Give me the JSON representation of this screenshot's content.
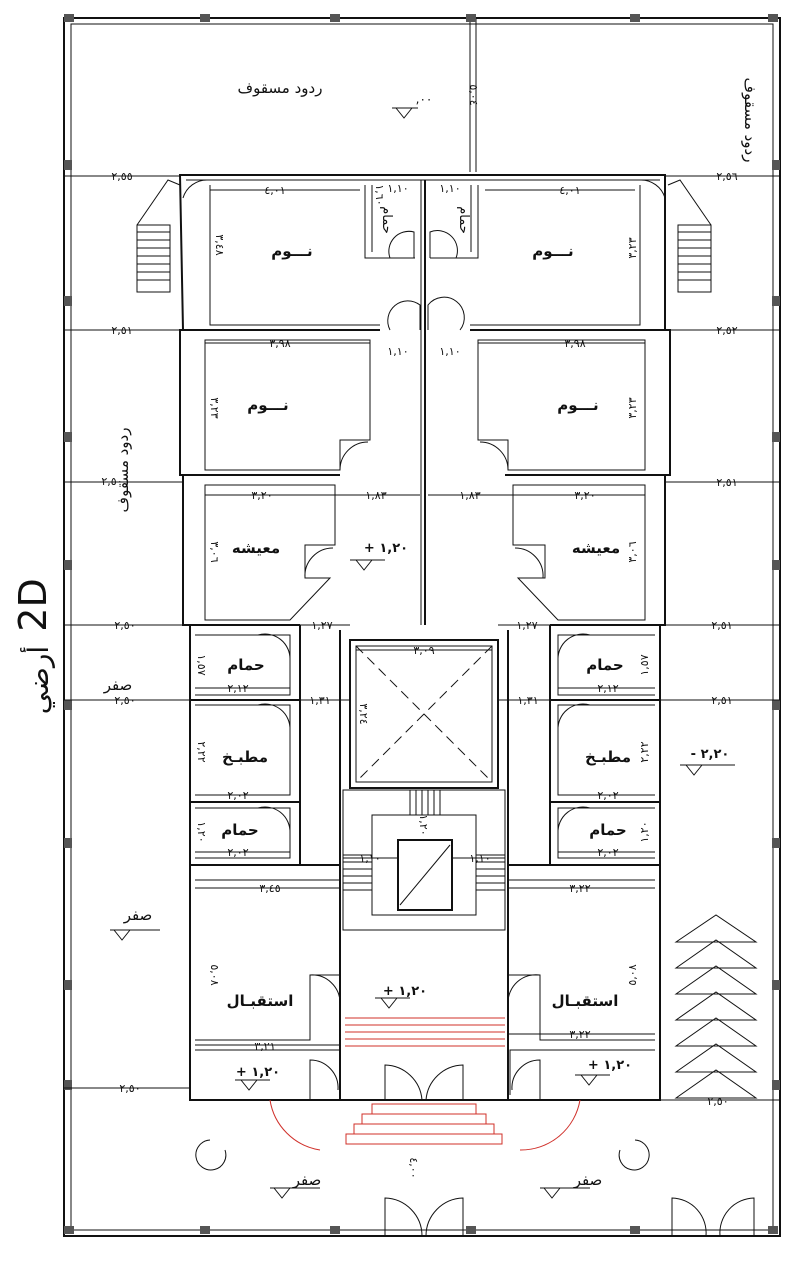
{
  "title_2d": "2D",
  "title_floor": "أرضي",
  "setbacks": {
    "top": "ردود مسقوف",
    "right": "ردود مسقوف",
    "left": "ردود مسقوف"
  },
  "levels": {
    "top": ",٠٠",
    "stair_l": "+ ١,٢٠",
    "stair_c": "+ ١,٢٠",
    "entry_l": "+ ١,٢٠",
    "entry_r": "+ ١,٢٠",
    "minus": "- ٢,٢٠",
    "zero_left1": "صفر",
    "zero_left2": "صفر",
    "zero_bot_l": "صفر",
    "zero_bot_r": "صفر"
  },
  "rooms": {
    "bed1_l": "نـــوم",
    "bed1_r": "نـــوم",
    "bed2_l": "نـــوم",
    "bed2_r": "نـــوم",
    "bath_top_l": "حمام",
    "bath_top_r": "حمام",
    "living_l": "معيشه",
    "living_r": "معيشه",
    "bath1_l": "حمام",
    "bath1_r": "حمام",
    "kitchen_l": "مطبـخ",
    "kitchen_r": "مطبـخ",
    "bath2_l": "حمام",
    "bath2_r": "حمام",
    "reception_l": "استقبـال",
    "reception_r": "استقبـال"
  },
  "dims": {
    "d255": "٢,٥٥",
    "d256": "٢,٥٦",
    "d401a": "٤,٠١",
    "d401b": "٤,٠١",
    "d110a": "١,١٠",
    "d110b": "١,١٠",
    "d110c": "١,١٠",
    "d110d": "١,١٠",
    "d110e": "١,١٠",
    "d110f": "١,١٠",
    "d160": "١,٦٠",
    "d348": "٣,٤٨",
    "d323a": "٣,٢٣",
    "d323b": "٣,٢٣",
    "d323c": "٣,٢٣",
    "d251a": "٢,٥١",
    "d252": "٢,٥٢",
    "d398a": "٣,٩٨",
    "d398b": "٣,٩٨",
    "d250a": "٢,٥٠",
    "d251b": "٢,٥١",
    "d320a": "٣,٢٠",
    "d320b": "٣,٢٠",
    "d183a": "١,٨٣",
    "d183b": "١,٨٣",
    "d306a": "٣,٠٦",
    "d306b": "٣,٠٦",
    "d250b": "٢,٥٠",
    "d251c": "٢,٥١",
    "d127a": "١,٢٧",
    "d127b": "١,٢٧",
    "d309": "٣,٠٩",
    "d157a": "١,٥٧",
    "d157b": "١,٥٧",
    "d212a": "٢,١٢",
    "d212b": "٢,١٢",
    "d131a": "١,٣١",
    "d131b": "١,٣١",
    "d324": "٣,٢٤",
    "d250c": "٢,٥٠",
    "d251d": "٢,٥١",
    "d222a": "٢,٢٢",
    "d222b": "٢,٢٢",
    "d202a": "٢,٠٢",
    "d202b": "٢,٠٢",
    "d202c": "٢,٠٢",
    "d202d": "٢,٠٢",
    "d120a": "١,٢٠",
    "d120b": "١,٢٠",
    "d345": "٣,٤٥",
    "d322a": "٣,٢٢",
    "d322b": "٣,٢٢",
    "d508a": "٥,٠٨",
    "d508b": "٥,٠٨",
    "d321": "٣,٢١",
    "d250d": "٢,٥٠",
    "d250e": "٢,٥٠",
    "d400": "٤,٠٠",
    "d504": "٥,٠٤"
  }
}
